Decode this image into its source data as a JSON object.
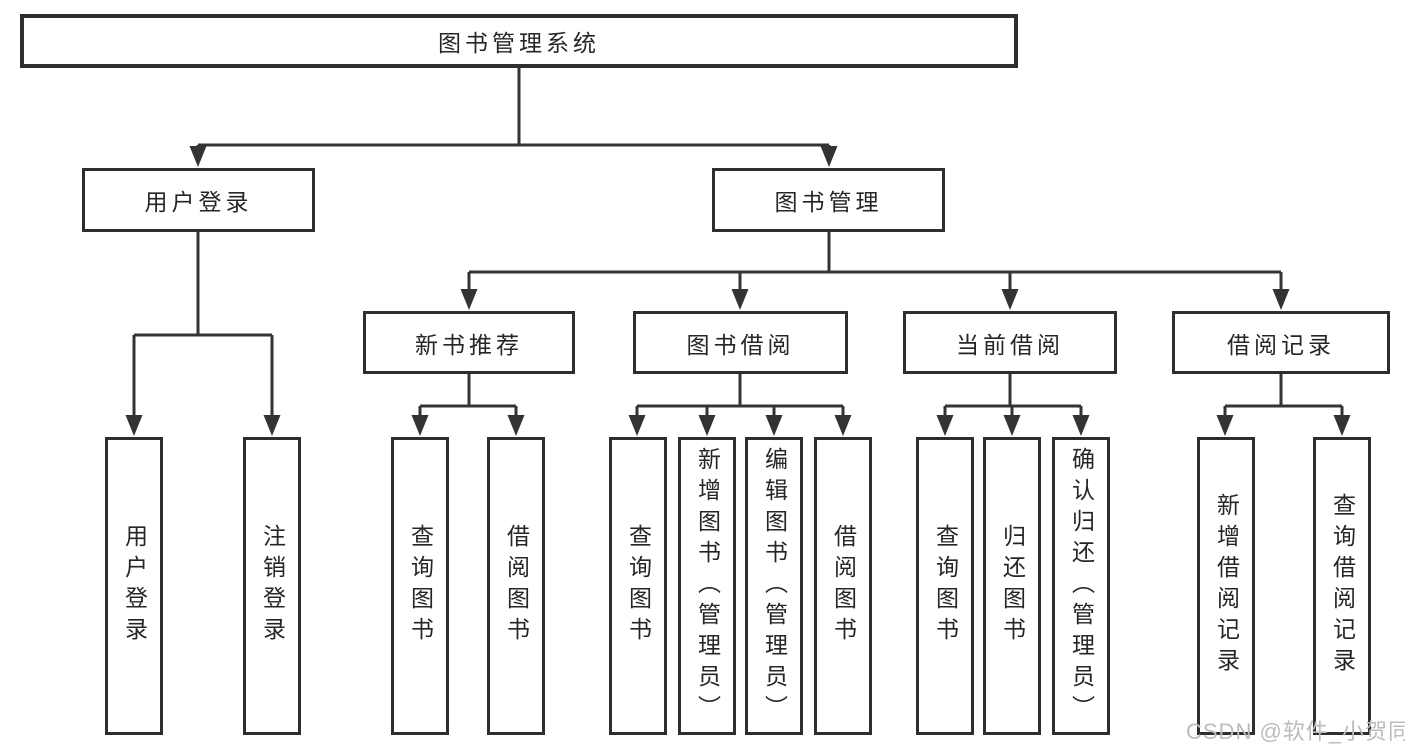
{
  "nodes": {
    "root": "图书管理系统",
    "level2": [
      "用户登录",
      "图书管理"
    ],
    "level3": [
      "新书推荐",
      "图书借阅",
      "当前借阅",
      "借阅记录"
    ],
    "leaves": {
      "login": [
        "用户登录",
        "注销登录"
      ],
      "recommend": [
        "查询图书",
        "借阅图书"
      ],
      "borrow": [
        "查询图书",
        "新增图书（管理员）",
        "编辑图书（管理员）",
        "借阅图书"
      ],
      "current": [
        "查询图书",
        "归还图书",
        "确认归还（管理员）"
      ],
      "records": [
        "新增借阅记录",
        "查询借阅记录"
      ]
    }
  },
  "watermark": "CSDN @软件_小贺同学",
  "colors": {
    "line": "#333333",
    "border": "#2e2e2e",
    "text": "#262626",
    "watermark": "#bcbcbc",
    "background": "#ffffff"
  }
}
